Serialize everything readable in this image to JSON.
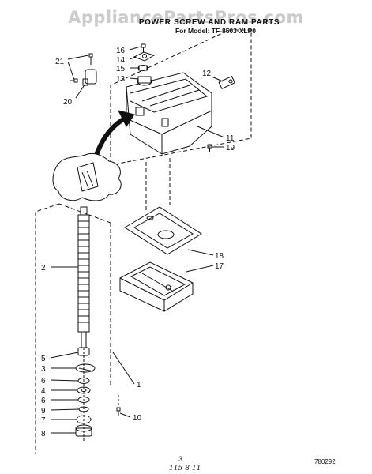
{
  "watermark": "AppliancePartsPros.com",
  "header": {
    "title": "POWER SCREW AND RAM PARTS",
    "model_label": "For Model: TF-8503-XLP0"
  },
  "callouts": [
    "1",
    "2",
    "3",
    "4",
    "5",
    "6",
    "6",
    "7",
    "8",
    "9",
    "10",
    "11",
    "12",
    "13",
    "14",
    "15",
    "16",
    "17",
    "18",
    "19",
    "20",
    "21"
  ],
  "footer": {
    "page_number": "3",
    "handwritten_note": "115-8-11",
    "diagram_code": "780292"
  },
  "colors": {
    "ink": "#111111",
    "watermark": "#8c8c8c",
    "background": "#ffffff"
  }
}
